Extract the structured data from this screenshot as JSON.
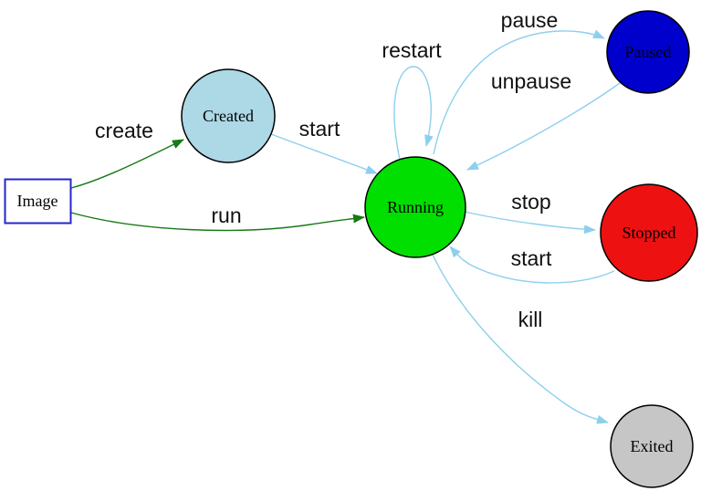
{
  "diagram": {
    "name": "container-lifecycle-state-diagram",
    "background": "#ffffff",
    "edge_colors": {
      "lightblue": "#8DD0EE",
      "darkgreen": "#177A17"
    },
    "nodes": [
      {
        "id": "image",
        "label": "Image",
        "shape": "rect",
        "fill": "#FFFFFF",
        "stroke": "#2424CC"
      },
      {
        "id": "created",
        "label": "Created",
        "shape": "circle",
        "fill": "#ADD8E6",
        "stroke": "#000000"
      },
      {
        "id": "running",
        "label": "Running",
        "shape": "circle",
        "fill": "#00DF00",
        "stroke": "#000000"
      },
      {
        "id": "paused",
        "label": "Paused",
        "shape": "circle",
        "fill": "#0000CC",
        "stroke": "#000000"
      },
      {
        "id": "stopped",
        "label": "Stopped",
        "shape": "circle",
        "fill": "#EE1111",
        "stroke": "#000000"
      },
      {
        "id": "exited",
        "label": "Exited",
        "shape": "circle",
        "fill": "#C6C6C6",
        "stroke": "#000000"
      }
    ],
    "edges": [
      {
        "from": "image",
        "to": "created",
        "label": "create",
        "color": "#177A17"
      },
      {
        "from": "image",
        "to": "running",
        "label": "run",
        "color": "#177A17"
      },
      {
        "from": "created",
        "to": "running",
        "label": "start",
        "color": "#8DD0EE"
      },
      {
        "from": "running",
        "to": "running",
        "label": "restart",
        "color": "#8DD0EE"
      },
      {
        "from": "running",
        "to": "paused",
        "label": "pause",
        "color": "#8DD0EE"
      },
      {
        "from": "paused",
        "to": "running",
        "label": "unpause",
        "color": "#8DD0EE"
      },
      {
        "from": "running",
        "to": "stopped",
        "label": "stop",
        "color": "#8DD0EE"
      },
      {
        "from": "stopped",
        "to": "running",
        "label": "start",
        "color": "#8DD0EE"
      },
      {
        "from": "running",
        "to": "exited",
        "label": "kill",
        "color": "#8DD0EE"
      }
    ]
  }
}
